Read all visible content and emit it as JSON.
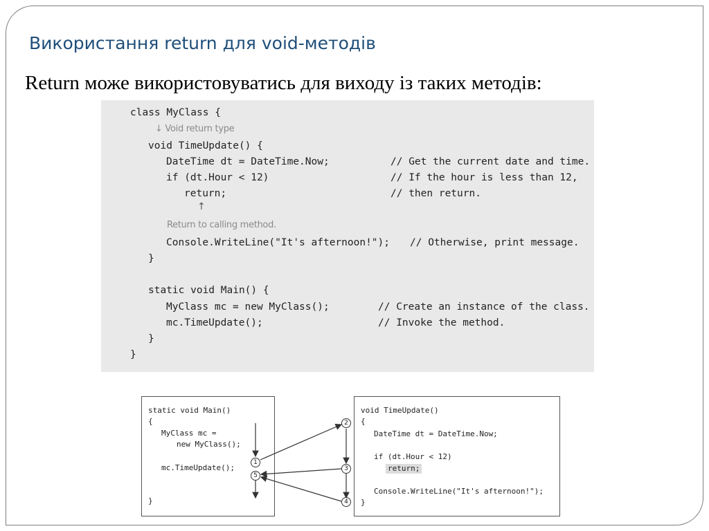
{
  "slide": {
    "title": "Використання return для void-методів",
    "subtitle": "Return може використовуватись для виходу із таких методів:"
  },
  "code": {
    "l1": "class MyClass {",
    "note_void": "↓ Void return type",
    "l2": "void TimeUpdate() {",
    "l3": "DateTime dt = DateTime.Now;",
    "c3": "// Get the current date and time.",
    "l4": "if (dt.Hour < 12)",
    "c4": "// If the hour is less than 12,",
    "l5": "return;",
    "c5": "// then return.",
    "note_return": "Return to calling method.",
    "l6": "Console.WriteLine(\"It's afternoon!\");",
    "c6": "// Otherwise, print message.",
    "l7": "}",
    "l8": "static void Main() {",
    "l9": "MyClass mc = new MyClass();",
    "c9": "// Create an instance of the class.",
    "l10": "mc.TimeUpdate();",
    "c10": "// Invoke the method.",
    "l11": "}",
    "l12": "}",
    "arrow_up": "↑"
  },
  "diagram": {
    "main": {
      "l1": "static void Main()",
      "l2": "{",
      "l3": "MyClass mc =",
      "l4": "new MyClass();",
      "l5": "mc.TimeUpdate();",
      "l6": "}"
    },
    "update": {
      "l1": "void TimeUpdate()",
      "l2": "{",
      "l3": "DateTime dt = DateTime.Now;",
      "l4": "if (dt.Hour < 12)",
      "l5": "return;",
      "l6": "Console.WriteLine(\"It's afternoon!\");",
      "l7": "}"
    },
    "steps": [
      "1",
      "2",
      "3",
      "4",
      "5"
    ]
  }
}
